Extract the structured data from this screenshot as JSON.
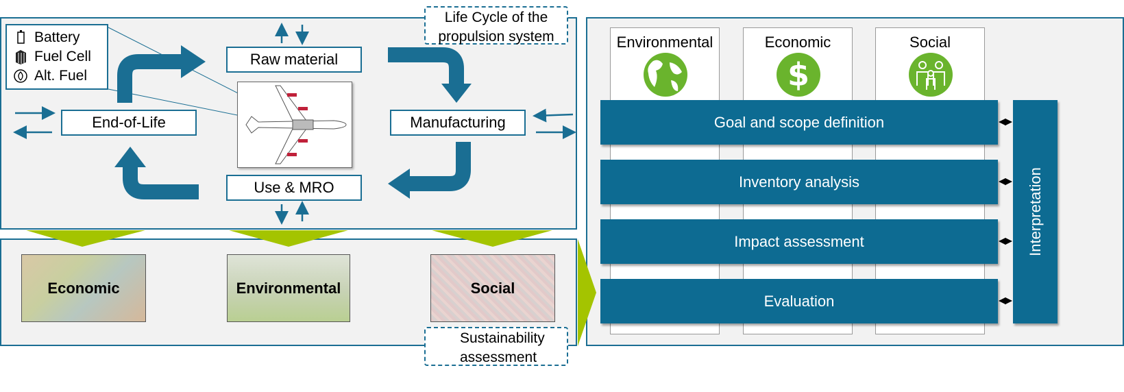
{
  "lifecycle": {
    "title": "Life Cycle of the propulsion system",
    "raw_material": "Raw material",
    "manufacturing": "Manufacturing",
    "use_mro": "Use & MRO",
    "end_of_life": "End-of-Life"
  },
  "legend": {
    "battery": "Battery",
    "fuel_cell": "Fuel Cell",
    "alt_fuel": "Alt. Fuel"
  },
  "sustainability": {
    "label": "Sustainability assessment",
    "economic": "Economic",
    "environmental": "Environmental",
    "social": "Social"
  },
  "lca": {
    "columns": [
      "Environmental",
      "Economic",
      "Social"
    ],
    "stages": [
      "Goal and scope definition",
      "Inventory analysis",
      "Impact assessment",
      "Evaluation"
    ],
    "interpretation": "Interpretation"
  },
  "colors": {
    "primary_blue": "#0d6b92",
    "green": "#a4c400",
    "icon_green": "#6ab42d",
    "panel_bg": "#f2f2f2"
  },
  "icons": [
    "battery-icon",
    "fuel-cell-icon",
    "alt-fuel-icon",
    "airplane-icon",
    "globe-icon",
    "dollar-icon",
    "people-icon"
  ]
}
